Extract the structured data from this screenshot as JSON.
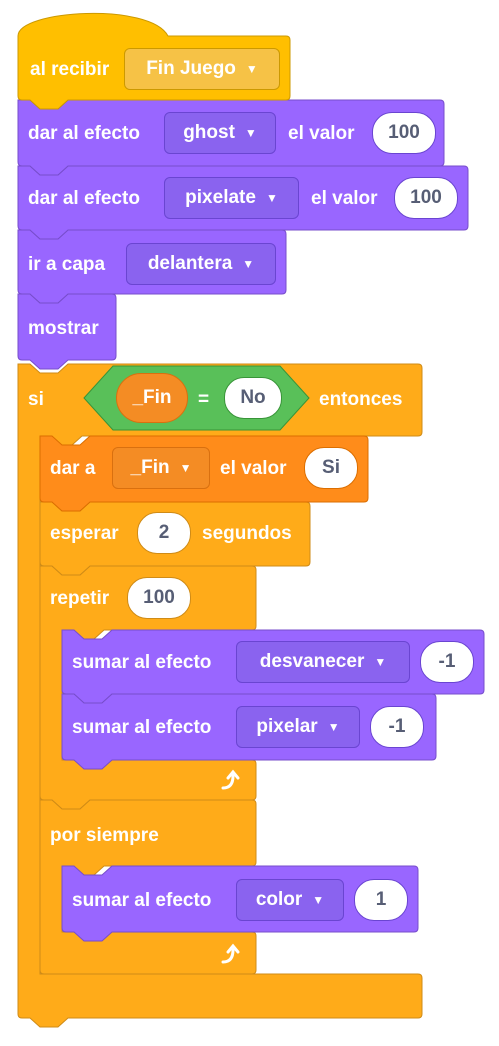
{
  "event_block": {
    "label": "al recibir",
    "message": "Fin Juego"
  },
  "effect_ghost": {
    "label": "dar al efecto",
    "effect": "ghost",
    "value_label": "el valor",
    "value": "100"
  },
  "effect_pixelate": {
    "label": "dar al efecto",
    "effect": "pixelate",
    "value_label": "el valor",
    "value": "100"
  },
  "layer_block": {
    "label": "ir a capa",
    "layer": "delantera"
  },
  "show_block": {
    "label": "mostrar"
  },
  "if_block": {
    "label": "si",
    "then_label": "entonces",
    "condition": {
      "variable": "_Fin",
      "operator": "=",
      "value": "No"
    }
  },
  "set_var": {
    "label": "dar a",
    "variable": "_Fin",
    "value_label": "el valor",
    "value": "Si"
  },
  "wait_block": {
    "label": "esperar",
    "value": "2",
    "unit_label": "segundos"
  },
  "repeat_block": {
    "label": "repetir",
    "times": "100"
  },
  "change_fade": {
    "label": "sumar al efecto",
    "effect": "desvanecer",
    "value": "-1"
  },
  "change_pixel": {
    "label": "sumar al efecto",
    "effect": "pixelar",
    "value": "-1"
  },
  "forever_block": {
    "label": "por siempre"
  },
  "change_color": {
    "label": "sumar al efecto",
    "effect": "color",
    "value": "1"
  },
  "colors": {
    "events": "#ffbf00",
    "looks": "#9966ff",
    "control": "#ffab19",
    "variables": "#ff8c1a",
    "operators": "#59c059"
  }
}
